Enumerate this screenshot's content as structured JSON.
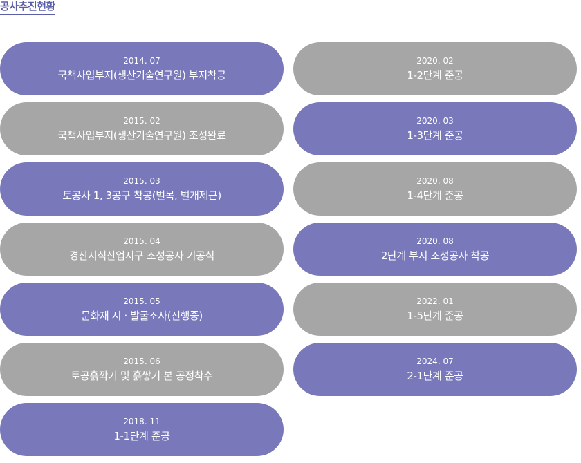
{
  "section_title": "공사추진현황",
  "colors": {
    "accent": "#5a5fa8",
    "purple": "#7878ba",
    "gray": "#a6a6a6"
  },
  "left_items": [
    {
      "date": "2014. 07",
      "label": "국책사업부지(생산기술연구원) 부지착공",
      "style": "purple"
    },
    {
      "date": "2015. 02",
      "label": "국책사업부지(생산기술연구원) 조성완료",
      "style": "gray"
    },
    {
      "date": "2015. 03",
      "label": "토공사 1, 3공구 착공(벌목, 벌개제근)",
      "style": "purple"
    },
    {
      "date": "2015. 04",
      "label": "경산지식산업지구 조성공사 기공식",
      "style": "gray"
    },
    {
      "date": "2015. 05",
      "label": "문화재 시 · 발굴조사(진행중)",
      "style": "purple"
    },
    {
      "date": "2015. 06",
      "label": "토공흙깍기 및 흙쌓기 본 공정착수",
      "style": "gray"
    },
    {
      "date": "2018. 11",
      "label": "1-1단계 준공",
      "style": "purple"
    }
  ],
  "right_items": [
    {
      "date": "2020. 02",
      "label": "1-2단계 준공",
      "style": "gray"
    },
    {
      "date": "2020. 03",
      "label": "1-3단계 준공",
      "style": "purple"
    },
    {
      "date": "2020. 08",
      "label": "1-4단계 준공",
      "style": "gray"
    },
    {
      "date": "2020. 08",
      "label": "2단계 부지 조성공사 착공",
      "style": "purple"
    },
    {
      "date": "2022. 01",
      "label": "1-5단계 준공",
      "style": "gray"
    },
    {
      "date": "2024. 07",
      "label": "2-1단계 준공",
      "style": "purple"
    }
  ]
}
